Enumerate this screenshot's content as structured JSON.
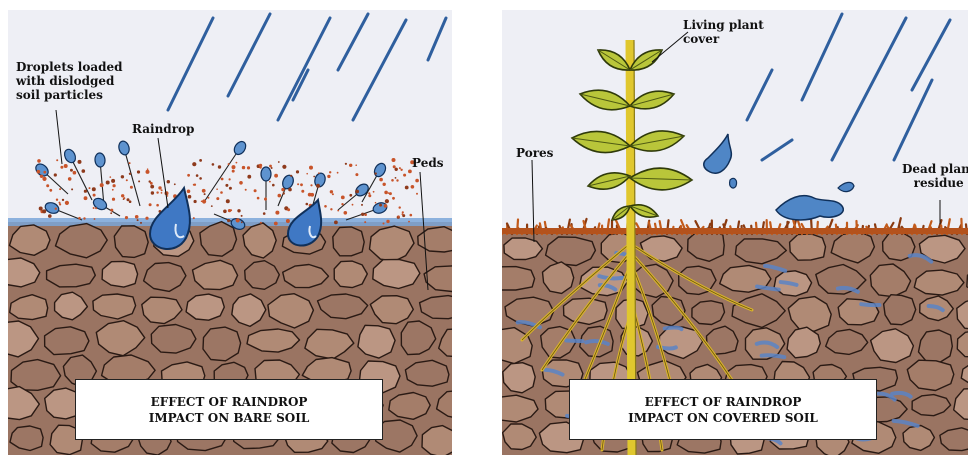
{
  "left_panel": {
    "labels": {
      "droplets": [
        "Droplets loaded",
        "with dislodged",
        "soil particles"
      ],
      "raindrop": "Raindrop",
      "peds": "Peds"
    },
    "caption": [
      "EFFECT OF RAINDROP",
      "IMPACT ON BARE SOIL"
    ]
  },
  "right_panel": {
    "labels": {
      "living_plant": [
        "Living plant",
        "cover"
      ],
      "pores": "Pores",
      "dead_plant": [
        "Dead plant",
        "residue"
      ]
    },
    "caption": [
      "EFFECT OF RAINDROP",
      "IMPACT ON COVERED SOIL"
    ]
  },
  "colors": {
    "soil_fill": "#a9826f",
    "soil_line": "#2a1a14",
    "water": "#4f86c6",
    "sky": "#e9eaf3",
    "leaf": "#b9c63a",
    "residue": "#c25a1a",
    "root": "#d9b42b"
  }
}
